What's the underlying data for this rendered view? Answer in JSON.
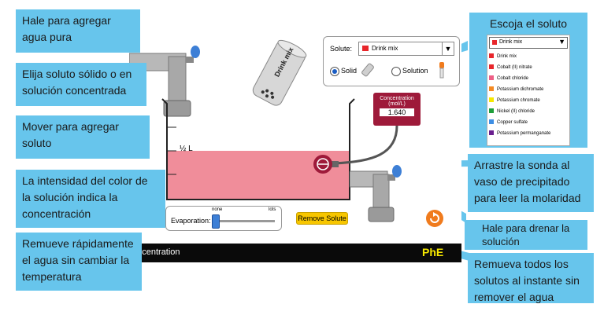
{
  "callouts": {
    "water_in": "Hale para agregar agua pura",
    "solid_or_solution": "Elija soluto sólido o en solución concentrada",
    "shake": "Mover para agregar soluto",
    "color": "La intensidad del color de la solución indica la concentración",
    "evaporation": "Remueve rápidamente el agua sin cambiar la temperatura",
    "choose_solute": "Escoja el soluto",
    "probe": "Arrastre la sonda al vaso de precipitado para leer la molaridad",
    "drain": "Hale para drenar la solución",
    "remove": "Remueva todos los solutos al instante sin remover el agua"
  },
  "sim": {
    "shaker_label": "Drink mix",
    "solute_label": "Solute:",
    "selected_solute": "Drink mix",
    "solid_label": "Solid",
    "solution_label": "Solution",
    "meter_title": "Concentration",
    "meter_unit": "(mol/L)",
    "meter_value": "1.640",
    "half_liter": "½ L",
    "evap_label": "Evaporation:",
    "evap_none": "none",
    "evap_lots": "lots",
    "remove_button": "Remove Solute",
    "bottom_text": "oncentration",
    "logo_text": "PhE"
  },
  "dropdown": {
    "selected": "Drink mix",
    "items": [
      {
        "label": "Drink mix",
        "color": "#e8262b"
      },
      {
        "label": "Cobalt (II) nitrate",
        "color": "#e8262b"
      },
      {
        "label": "Cobalt chloride",
        "color": "#ee5f86"
      },
      {
        "label": "Potassium dichromate",
        "color": "#f58a22"
      },
      {
        "label": "Potassium chromate",
        "color": "#f6e800"
      },
      {
        "label": "Nickel (II) chloride",
        "color": "#1e9f3a"
      },
      {
        "label": "Copper sulfate",
        "color": "#3d8ee4"
      },
      {
        "label": "Potassium permanganate",
        "color": "#6a1f8f"
      }
    ]
  },
  "colors": {
    "callout": "#67c5ec",
    "solution": "#f08d9a",
    "meter": "#9e1a3a",
    "button": "#f7c600",
    "orange": "#f07b1d"
  }
}
